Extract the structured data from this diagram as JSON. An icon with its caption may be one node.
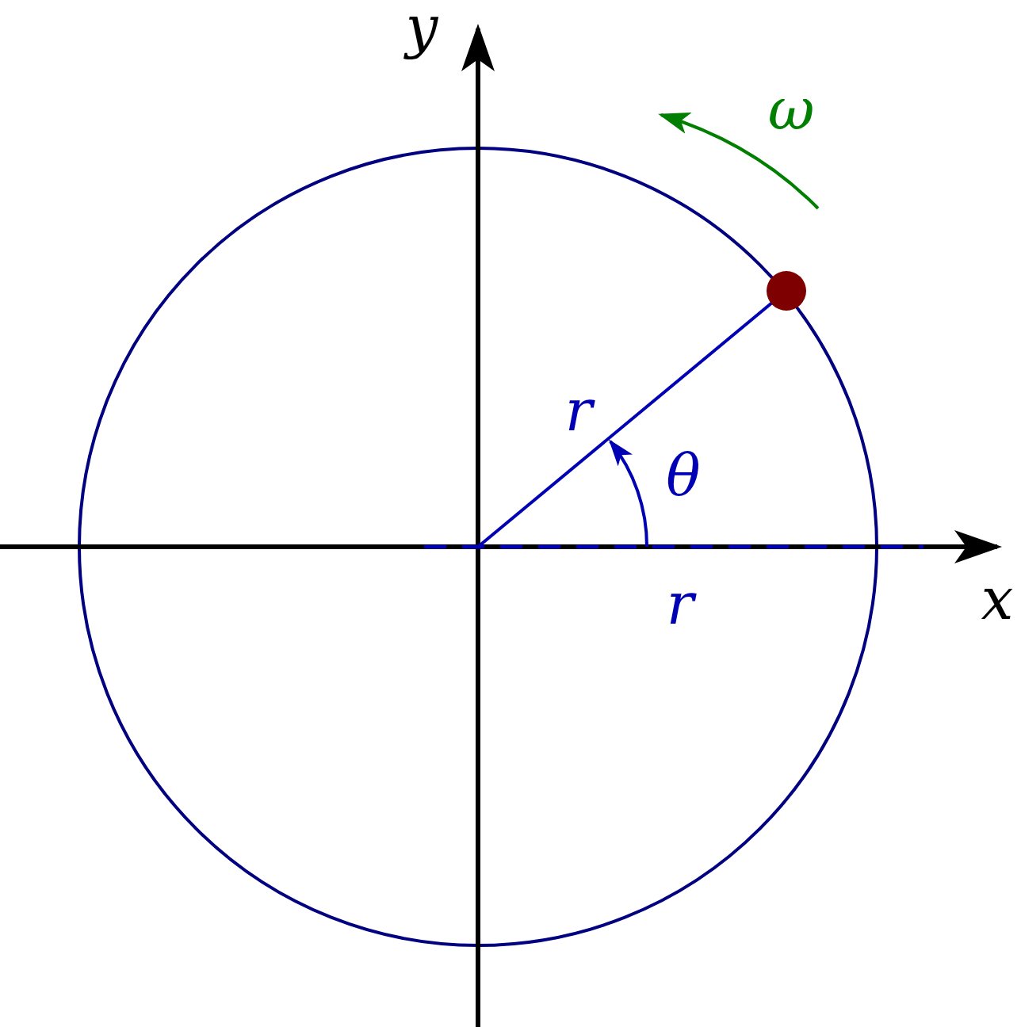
{
  "diagram": {
    "labels": [
      "y",
      "ω",
      "r",
      "θ",
      "x",
      "r"
    ]
  }
}
